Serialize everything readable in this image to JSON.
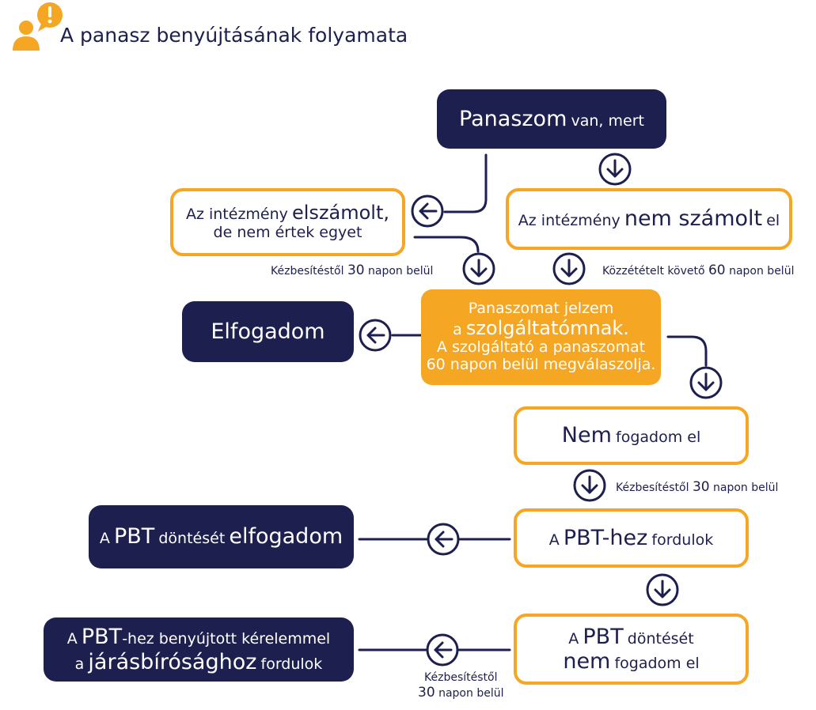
{
  "title": "A panasz benyújtásának folyamata",
  "colors": {
    "navy": "#1d1f4e",
    "orange": "#f5a623",
    "white": "#ffffff"
  },
  "icon": {
    "name": "user-exclamation-icon",
    "glyph": "!"
  },
  "boxes": {
    "start": {
      "big": "Panaszom",
      "small": "van, mert"
    },
    "settled": {
      "small1": "Az intézmény",
      "big": "elszámolt,",
      "line2": "de nem értek egyet"
    },
    "not_settled": {
      "small1": "Az intézmény",
      "big": "nem számolt",
      "small2": "el"
    },
    "report": {
      "line1": "Panaszomat jelzem",
      "line2_small": "a",
      "line2_big": "szolgáltatómnak.",
      "line3": "A szolgáltató a panaszomat",
      "line4": "60 napon belül megválaszolja."
    },
    "accept": {
      "text": "Elfogadom"
    },
    "reject": {
      "big": "Nem",
      "small": "fogadom el"
    },
    "pbt_apply": {
      "small1": "A",
      "big": "PBT-hez",
      "small2": "fordulok"
    },
    "pbt_accept": {
      "small1": "A",
      "big1": "PBT",
      "small2": "döntését",
      "big2": "elfogadom"
    },
    "pbt_reject": {
      "small1": "A",
      "big1": "PBT",
      "small2": "döntését",
      "big2": "nem",
      "small3": "fogadom el"
    },
    "court": {
      "l1_small1": "A",
      "l1_big": "PBT",
      "l1_small2": "-hez benyújtott kérelemmel",
      "l2_small1": "a",
      "l2_big": "járásbírósághoz",
      "l2_small2": "fordulok"
    }
  },
  "labels": {
    "delivery_30_a": {
      "pre": "Kézbesítéstől",
      "num": "30",
      "post": "napon belül"
    },
    "published_60": {
      "pre": "Közzétételt követő",
      "num": "60",
      "post": "napon belül"
    },
    "delivery_30_b": {
      "pre": "Kézbesítéstől",
      "num": "30",
      "post": "napon belül"
    },
    "delivery_30_c": {
      "line1": "Kézbesítéstől",
      "num": "30",
      "line2": "napon belül"
    }
  }
}
